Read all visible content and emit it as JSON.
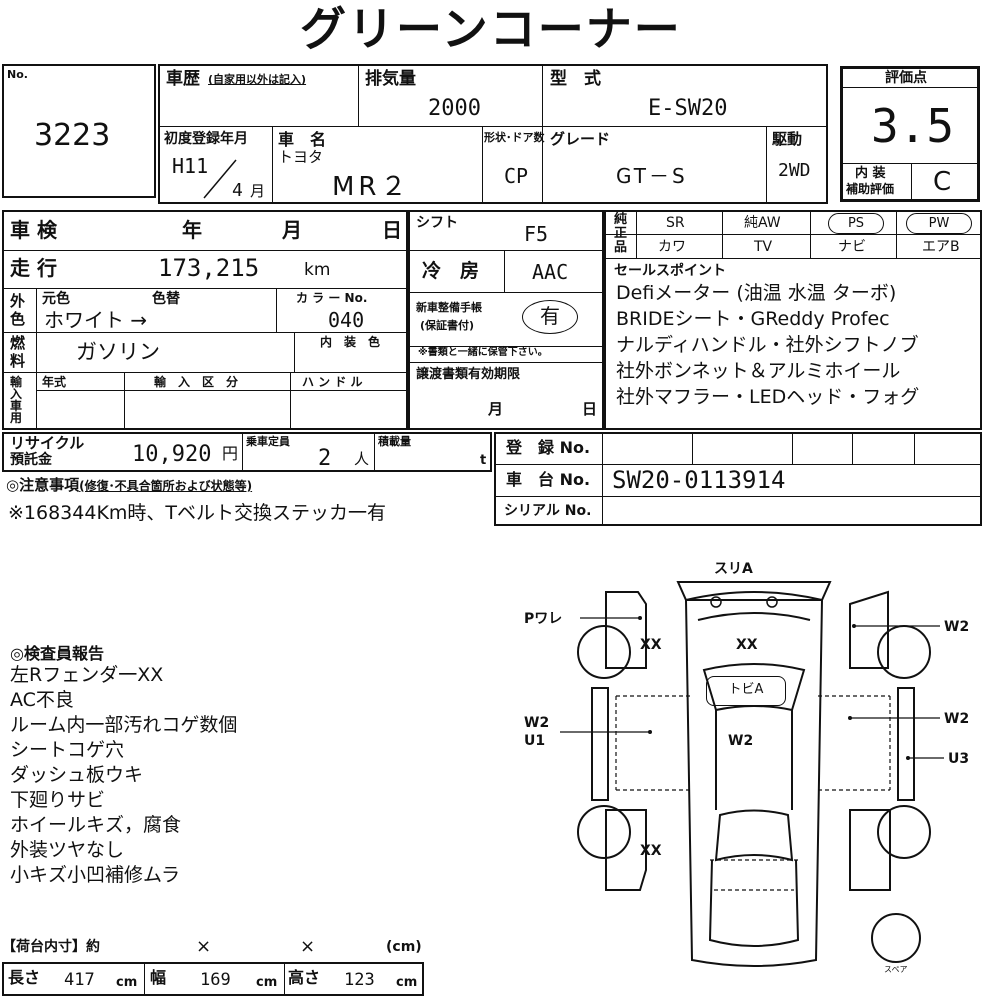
{
  "title": "グリーンコーナー",
  "lot": {
    "label": "No.",
    "value": "3223"
  },
  "history": {
    "label": "車歴",
    "note": "(自家用以外は記入)"
  },
  "displacement": {
    "label": "排気量",
    "value": "2000"
  },
  "model": {
    "label": "型　式",
    "value": "E-SW20"
  },
  "first_reg": {
    "label": "初度登録年月",
    "year": "H11",
    "month": "4",
    "month_unit": "月"
  },
  "car_name": {
    "label": "車　名",
    "maker": "トヨタ",
    "value": "MR２"
  },
  "shape": {
    "label": "形状･ドア数",
    "value": "CP"
  },
  "grade": {
    "label": "グレード",
    "value": "GT－S"
  },
  "drive": {
    "label": "駆動",
    "value": "2WD"
  },
  "score": {
    "label": "評価点",
    "value": "3.5",
    "interior_label": "内 装",
    "aux_label": "補助評価",
    "interior_value": "C"
  },
  "inspection": {
    "label": "車 検",
    "year": "年",
    "month": "月",
    "day": "日"
  },
  "shift": {
    "label": "シフト",
    "value": "F5"
  },
  "equipment": {
    "header": "純正品",
    "row1": [
      "SR",
      "純AW",
      "PS",
      "PW"
    ],
    "row2": [
      "カワ",
      "TV",
      "ナビ",
      "エアB"
    ]
  },
  "mileage": {
    "label": "走 行",
    "value": "173,215",
    "unit": "km"
  },
  "aircon": {
    "label": "冷　房",
    "value": "AAC"
  },
  "sales_points": {
    "label": "セールスポイント",
    "lines": [
      "Defiメーター (油温 水温 ターボ)",
      "BRIDEシート・GReddy Profec",
      "ナルディハンドル・社外シフトノブ",
      "社外ボンネット＆アルミホイール",
      "社外マフラー・LEDヘッド・フォグ"
    ]
  },
  "exterior_color": {
    "label": "外色",
    "orig_label": "元色",
    "change_label": "色替",
    "value": "ホワイト →",
    "code_label": "カ ラ ー No.",
    "code": "040"
  },
  "manual": {
    "label1": "新車整備手帳",
    "label2": "(保証書付)",
    "value": "有",
    "note": "※書類と一緒に保管下さい。"
  },
  "fuel": {
    "label": "燃料",
    "value": "ガソリン",
    "interior_color_label": "内　装　色"
  },
  "transfer": {
    "label": "譲渡書類有効期限",
    "month": "月",
    "day": "日"
  },
  "import": {
    "label": "輸入車用",
    "year_label": "年式",
    "category_label": "輸　入　区　分",
    "handle_label": "ハ ン ド ル"
  },
  "recycle": {
    "label1": "リサイクル",
    "label2": "預託金",
    "value": "10,920",
    "unit": "円"
  },
  "capacity": {
    "label": "乗車定員",
    "value": "2",
    "unit": "人"
  },
  "load": {
    "label": "積載量",
    "unit": "t"
  },
  "registration": {
    "label": "登　録 No."
  },
  "chassis": {
    "label": "車　台 No.",
    "value": "SW20-0113914"
  },
  "serial": {
    "label": "シリアル No."
  },
  "notes": {
    "label": "◎注意事項",
    "sub": "(修復･不具合箇所および状態等)",
    "text": "※168344Km時、Tベルト交換ステッカ一有"
  },
  "inspector_report": {
    "label": "◎検査員報告",
    "lines": [
      "左Rフェンダ一XX",
      "AC不良",
      "ルーム内一部汚れコゲ数個",
      "シートコゲ穴",
      "ダッシュ板ウキ",
      "下廻りサビ",
      "ホイールキズ，腐食",
      "外装ツヤなし",
      "小キズ小凹補修ムラ"
    ]
  },
  "cargo": {
    "label": "【荷台内寸】約",
    "x1": "×",
    "x2": "×",
    "unit_label": "(cm)",
    "length_label": "長さ",
    "length": "417",
    "width_label": "幅",
    "width": "169",
    "height_label": "高さ",
    "height": "123",
    "cm": "cm"
  },
  "diagram": {
    "front": "スリA",
    "left_front": "Pワレ",
    "right_front": "W2",
    "hood": "XX",
    "fl_wheel": "XX",
    "windshield": "トビA",
    "left_side_1": "W2",
    "left_side_2": "U1",
    "roof": "W2",
    "right_side_1": "W2",
    "right_side_2": "U3",
    "rl_wheel": "XX",
    "spare": "スペア"
  }
}
